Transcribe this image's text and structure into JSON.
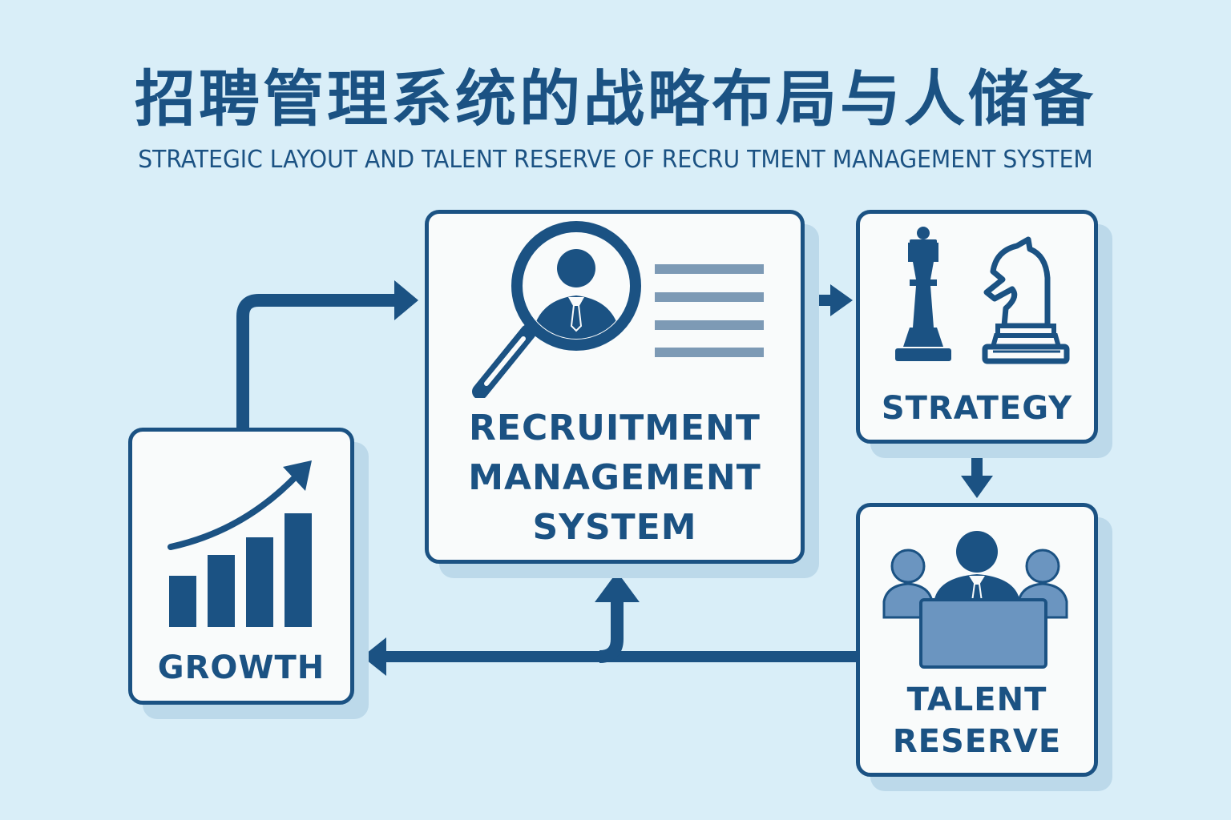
{
  "title_cn": "招聘管理系统的战略布局与人储备",
  "title_en": "STRATEGIC LAYOUT AND TALENT RESERVE OF RECRU TMENT MANAGEMENT SYSTEM",
  "nodes": {
    "recruitment": {
      "line1": "RECRUITMENT",
      "line2": "MANAGEMENT",
      "line3": "SYSTEM",
      "icon": "magnifier-person-icon"
    },
    "strategy": {
      "label": "STRATEGY",
      "icon": "chess-pieces-icon"
    },
    "talent": {
      "line1": "TALENT",
      "line2": "RESERVE",
      "icon": "team-at-desk-icon"
    },
    "growth": {
      "label": "GROWTH",
      "icon": "growth-bar-chart-icon"
    }
  },
  "colors": {
    "background": "#d9eef8",
    "primary": "#1b5283",
    "box_fill": "#f9fbfb",
    "shadow": "#bcd9ea",
    "muted_lines": "#7d9ab5"
  }
}
